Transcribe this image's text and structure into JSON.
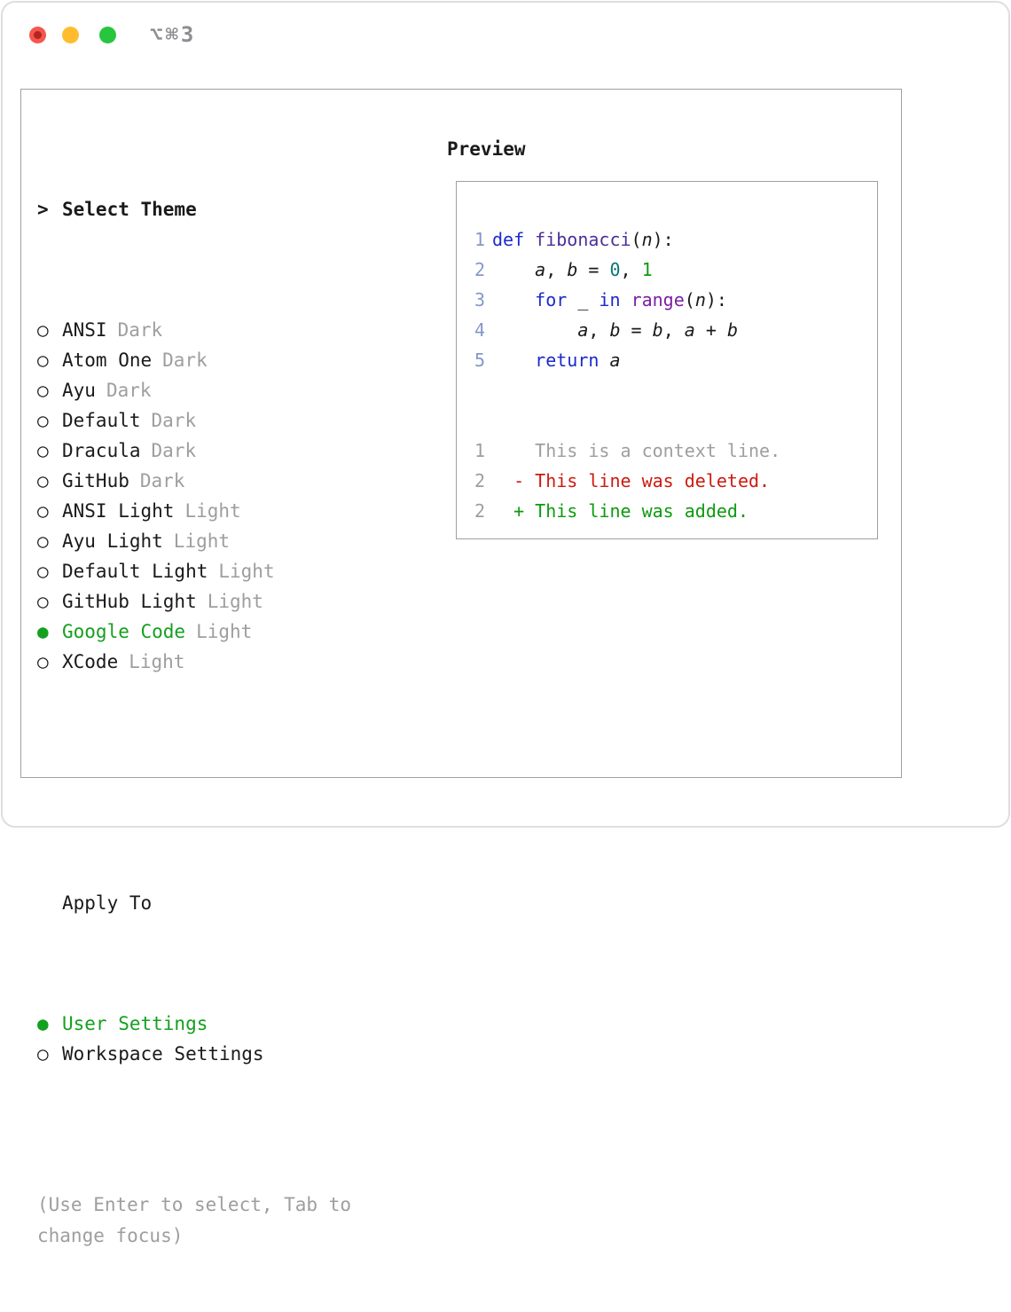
{
  "window": {
    "shortcut": "⌥⌘3"
  },
  "ui": {
    "radio_selected_glyph": "●",
    "radio_unselected_glyph": "○"
  },
  "colors": {
    "selection_green": "#14a01e",
    "added_green": "#0e9a0e",
    "deleted_red": "#cc1a10",
    "keyword_blue": "#1b2aca",
    "function_purple": "#4b2e9b",
    "builtin_purple": "#7b1fa2",
    "number_teal": "#0a7575",
    "line_number_blue": "#8598c8",
    "muted_gray": "#9e9e9e",
    "traffic_red": "#f5564d",
    "traffic_yellow": "#ffbd2e",
    "traffic_green": "#27c63e"
  },
  "theme_panel": {
    "marker": ">",
    "title": "Select Theme",
    "items": [
      {
        "name": "ANSI",
        "variant": "Dark",
        "selected": false
      },
      {
        "name": "Atom One",
        "variant": "Dark",
        "selected": false
      },
      {
        "name": "Ayu",
        "variant": "Dark",
        "selected": false
      },
      {
        "name": "Default",
        "variant": "Dark",
        "selected": false
      },
      {
        "name": "Dracula",
        "variant": "Dark",
        "selected": false
      },
      {
        "name": "GitHub",
        "variant": "Dark",
        "selected": false
      },
      {
        "name": "ANSI Light",
        "variant": "Light",
        "selected": false
      },
      {
        "name": "Ayu Light",
        "variant": "Light",
        "selected": false
      },
      {
        "name": "Default Light",
        "variant": "Light",
        "selected": false
      },
      {
        "name": "GitHub Light",
        "variant": "Light",
        "selected": false
      },
      {
        "name": "Google Code",
        "variant": "Light",
        "selected": true
      },
      {
        "name": "XCode",
        "variant": "Light",
        "selected": false
      }
    ],
    "apply_to": {
      "title": "Apply To",
      "options": [
        {
          "label": "User Settings",
          "selected": true
        },
        {
          "label": "Workspace Settings",
          "selected": false
        }
      ]
    },
    "hint": "(Use Enter to select, Tab to change focus)"
  },
  "preview": {
    "title": "Preview",
    "code_lines": [
      {
        "num": "1",
        "tokens": [
          [
            "kw",
            "def"
          ],
          [
            "pl",
            " "
          ],
          [
            "fn",
            "fibonacci"
          ],
          [
            "pl",
            "("
          ],
          [
            "var",
            "n"
          ],
          [
            "pl",
            "):"
          ]
        ]
      },
      {
        "num": "2",
        "tokens": [
          [
            "pl",
            "    "
          ],
          [
            "var",
            "a"
          ],
          [
            "pl",
            ", "
          ],
          [
            "var",
            "b"
          ],
          [
            "pl",
            " = "
          ],
          [
            "n1",
            "0"
          ],
          [
            "pl",
            ", "
          ],
          [
            "n2",
            "1"
          ]
        ]
      },
      {
        "num": "3",
        "tokens": [
          [
            "pl",
            "    "
          ],
          [
            "kw",
            "for"
          ],
          [
            "pl",
            " _ "
          ],
          [
            "kw",
            "in"
          ],
          [
            "pl",
            " "
          ],
          [
            "bi",
            "range"
          ],
          [
            "pl",
            "("
          ],
          [
            "var",
            "n"
          ],
          [
            "pl",
            "):"
          ]
        ]
      },
      {
        "num": "4",
        "tokens": [
          [
            "pl",
            "        "
          ],
          [
            "var",
            "a"
          ],
          [
            "pl",
            ", "
          ],
          [
            "var",
            "b"
          ],
          [
            "pl",
            " = "
          ],
          [
            "var",
            "b"
          ],
          [
            "pl",
            ", "
          ],
          [
            "var",
            "a"
          ],
          [
            "pl",
            " + "
          ],
          [
            "var",
            "b"
          ]
        ]
      },
      {
        "num": "5",
        "tokens": [
          [
            "pl",
            "    "
          ],
          [
            "kw",
            "return"
          ],
          [
            "pl",
            " "
          ],
          [
            "var",
            "a"
          ]
        ]
      }
    ],
    "blank_lines_between": 2,
    "diff_lines": [
      {
        "num": "1",
        "kind": "ctx",
        "text": "    This is a context line."
      },
      {
        "num": "2",
        "kind": "del",
        "text": "  - This line was deleted."
      },
      {
        "num": "2",
        "kind": "add",
        "text": "  + This line was added."
      }
    ]
  }
}
